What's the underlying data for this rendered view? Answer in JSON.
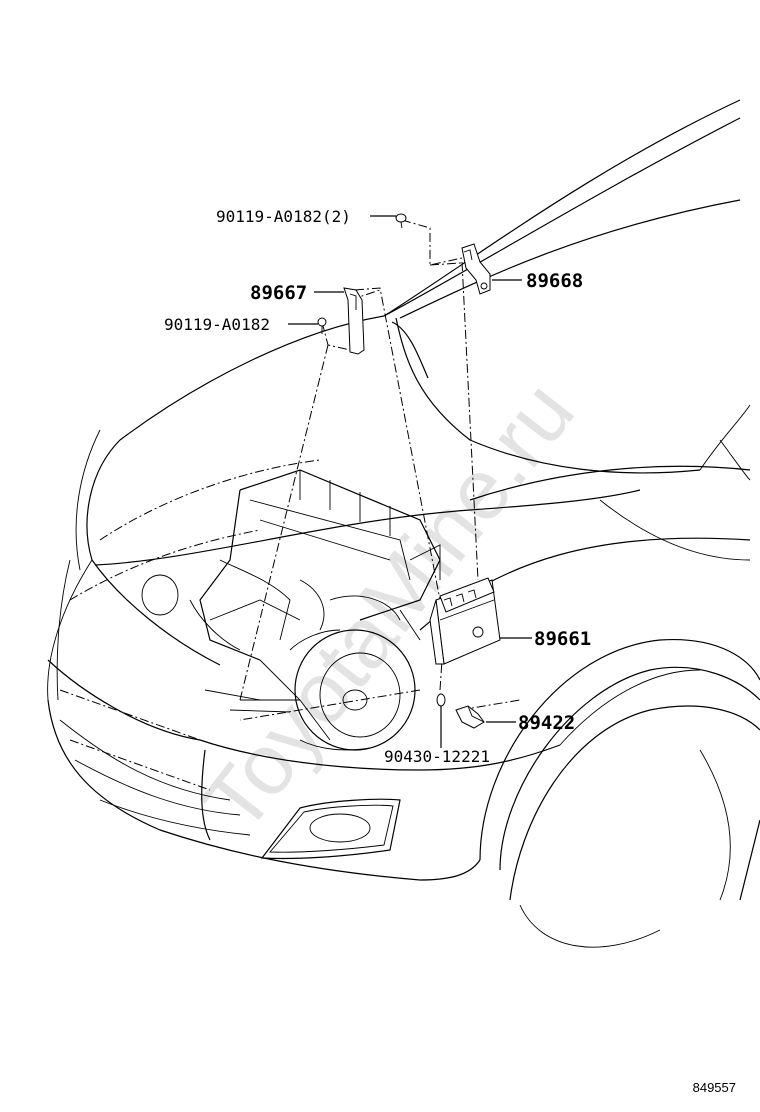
{
  "watermark": "ToyotaMine.ru",
  "reference_number": "849557",
  "callouts": [
    {
      "id": "bolt-upper",
      "label": "90119-A0182(2)"
    },
    {
      "id": "bracket-right",
      "label": "89668"
    },
    {
      "id": "bracket-left",
      "label": "89667"
    },
    {
      "id": "bolt-left",
      "label": "90119-A0182"
    },
    {
      "id": "ecu",
      "label": "89661"
    },
    {
      "id": "sensor",
      "label": "89422"
    },
    {
      "id": "gasket",
      "label": "90430-12221"
    }
  ]
}
